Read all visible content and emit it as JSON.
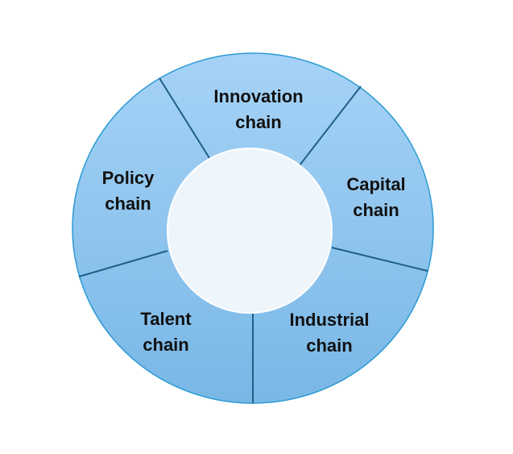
{
  "diagram": {
    "segments": [
      {
        "line1": "Innovation",
        "line2": "chain"
      },
      {
        "line1": "Capital",
        "line2": "chain"
      },
      {
        "line1": "Industrial",
        "line2": "chain"
      },
      {
        "line1": "Talent",
        "line2": "chain"
      },
      {
        "line1": "Policy",
        "line2": "chain"
      }
    ],
    "colors": {
      "ring_top": "#a6d3f6",
      "ring_bottom": "#79b7e6",
      "border": "#2b9ad4",
      "divider": "#1f5f86",
      "center": "#eef5fb"
    }
  }
}
